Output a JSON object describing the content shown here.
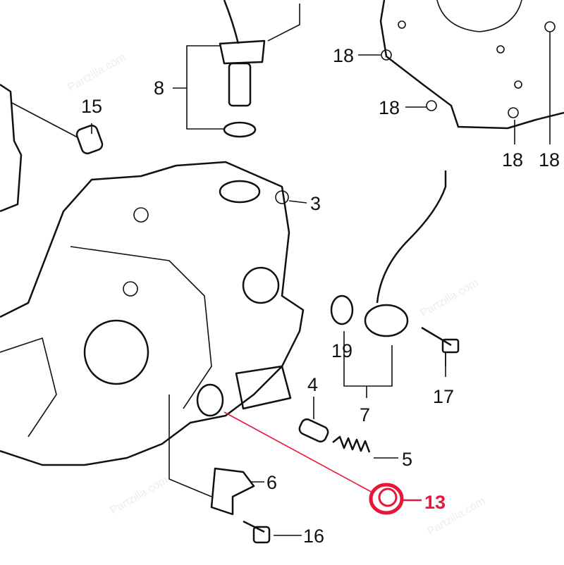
{
  "watermark": "Partzilla.com",
  "highlight_color": "#e8173a",
  "callouts": {
    "c8": "8",
    "c15": "15",
    "c18a": "18",
    "c18b": "18",
    "c18c": "18",
    "c18d": "18",
    "c3": "3",
    "c19": "19",
    "c17": "17",
    "c7": "7",
    "c4": "4",
    "c5": "5",
    "c6": "6",
    "c13": "13",
    "c16": "16"
  }
}
